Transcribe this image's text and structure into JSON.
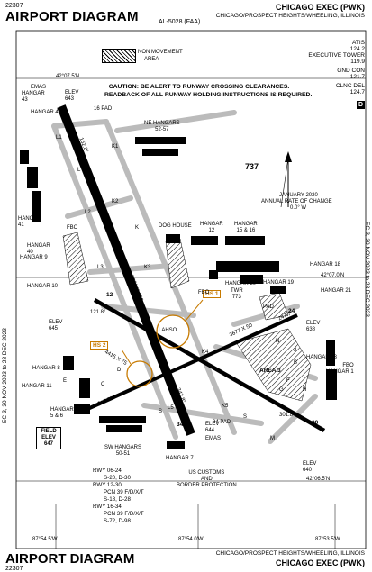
{
  "header": {
    "code_top": "22307",
    "title": "AIRPORT DIAGRAM",
    "al_number": "AL-5028 (FAA)",
    "airport_name": "CHICAGO EXEC (PWK)",
    "city": "CHICAGO/PROSPECT HEIGHTS/WHEELING, ILLINOIS"
  },
  "frequencies": {
    "atis_label": "ATIS",
    "atis": "124.2",
    "tower_label": "EXECUTIVE TOWER",
    "tower": "119.9",
    "gnd_label": "GND CON",
    "gnd": "121.7",
    "clnc_label": "CLNC DEL",
    "clnc": "124.7"
  },
  "legend": {
    "non_movement": "NON MOVEMENT",
    "area": "AREA"
  },
  "caution": {
    "line1": "CAUTION: BE ALERT TO RUNWAY CROSSING CLEARANCES.",
    "line2": "READBACK OF ALL RUNWAY HOLDING INSTRUCTIONS IS REQUIRED."
  },
  "side_text": {
    "left": "EC-3, 30 NOV 2023 to 28 DEC 2023",
    "right": "EC-3, 30 NOV 2023 to 28 DEC 2023"
  },
  "coords": {
    "lat_top": "42°07.5'N",
    "lat_mid": "42°07.0'N",
    "lat_bottom": "42°06.5'N",
    "lon_left": "87°54.5'W",
    "lon_mid": "87°54.0'W",
    "lon_right": "87°53.5'W"
  },
  "magvar": {
    "var_number": "737",
    "text_line1": "JANUARY 2020",
    "text_line2": "ANNUAL RATE OF CHANGE",
    "text_line3": "0.0° W",
    "d_symbol": "D"
  },
  "runways": {
    "r16": "16",
    "r34": "34",
    "r12": "12",
    "r30": "30",
    "r6": "6",
    "r24": "24",
    "rwy_16_34_dims": "5001 X 150",
    "rwy_12_30_dims": "3677 X 50",
    "rwy_6_24_dims": "4415 X 75",
    "hdg_162": "162.8°",
    "hdg_342": "342.8°",
    "hdg_121": "121.8°",
    "hdg_301": "301.8°",
    "hdg_067": "067.7°",
    "hdg_247": "247.7°",
    "pad_16": "16 PAD",
    "pad_34": "34 PAD"
  },
  "hot_spots": {
    "hs1": "HS 1",
    "hs2": "HS 2"
  },
  "labels": {
    "emas_top": "EMAS",
    "elev_643": "ELEV\n643",
    "hangar_43": "HANGAR\n43",
    "hangar_42": "HANGAR 42",
    "ne_hangars": "NE HANGARS\n52-57",
    "dog_house": "DOG HOUSE",
    "hangar_12": "HANGAR\n12",
    "hangar_15_16": "HANGAR\n15 & 16",
    "hangar_18": "HANGAR 18",
    "hangar_19": "HANGAR 19",
    "hangar_20": "HANGAR 20",
    "twr_773": "TWR\n773",
    "fbo_mid": "FBO",
    "hangar_21": "HANGAR 21",
    "pad": "PAD",
    "elev_638": "ELEV\n638",
    "hangar_13": "HANGAR 13",
    "fbo_hangar_1": "FBO\nHANGAR 1",
    "area_3": "AREA 3",
    "hangar_41": "HANGAR\n41",
    "fbo_left": "FBO",
    "hangar_40": "HANGAR\n40",
    "hangar_9": "HANGAR 9",
    "hangar_10": "HANGAR 10",
    "elev_645": "ELEV\n645",
    "lahso": "LAHSO",
    "hangar_8": "HANGAR 8",
    "hangar_11": "HANGAR 11",
    "hangar_5_6": "HANGAR\n5 & 6",
    "sw_hangars": "SW HANGARS\n50-51",
    "hangar_7": "HANGAR 7",
    "elev_644": "ELEV\n644",
    "emas_bottom": "EMAS",
    "elev_640": "ELEV\n640",
    "customs": "US CUSTOMS\nAND\nBORDER PROTECTION",
    "field_elev": "FIELD\nELEV\n647"
  },
  "taxiways": [
    "L1",
    "L2",
    "L3",
    "L4",
    "L5",
    "K1",
    "K2",
    "K3",
    "K4",
    "K5",
    "K",
    "L",
    "K",
    "A",
    "B",
    "C",
    "D",
    "E",
    "F",
    "G",
    "H",
    "J",
    "S",
    "S",
    "M",
    "N",
    "B",
    "K"
  ],
  "rwy_info": {
    "l1": "RWY 06-24",
    "l2": "S-20, D-30",
    "l3": "RWY 12-30",
    "l4": "PCN 39 F/D/X/T",
    "l5": "S-18, D-28",
    "l6": "RWY 16-34",
    "l7": "PCN 39 F/D/X/T",
    "l8": "S-72, D-98"
  },
  "footer": {
    "title": "AIRPORT DIAGRAM",
    "code": "22307",
    "city": "CHICAGO/PROSPECT HEIGHTS/WHEELING, ILLINOIS",
    "airport_name": "CHICAGO EXEC (PWK)"
  }
}
